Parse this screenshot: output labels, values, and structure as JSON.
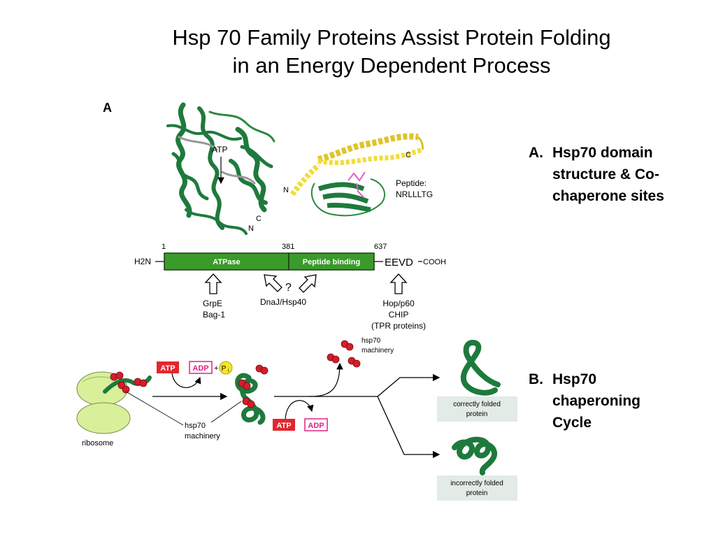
{
  "title": {
    "line1": "Hsp 70 Family Proteins Assist Protein Folding",
    "line2": "in an Energy Dependent Process"
  },
  "notes": [
    {
      "letter": "A.",
      "lines": [
        "Hsp70 domain",
        "structure & Co-",
        "chaperone sites"
      ]
    },
    {
      "letter": "B.",
      "lines": [
        "Hsp70",
        "chaperoning",
        "Cycle"
      ]
    }
  ],
  "panel_a": {
    "letter": "A",
    "structure_labels": {
      "atp": "ATP",
      "n_left": "N",
      "c_left": "C",
      "n_right": "N",
      "c_right": "C"
    },
    "peptide_label": [
      "Peptide:",
      "NRLLLTG"
    ],
    "domain_bar": {
      "n_terminus": "H2N",
      "c_tail": "EEVD",
      "c_terminus": "COOH",
      "positions": [
        "1",
        "381",
        "637"
      ],
      "atpase_label": "ATPase",
      "peptide_binding_label": "Peptide binding"
    },
    "cochaperones": {
      "left": [
        "GrpE",
        "Bag-1"
      ],
      "middle": "DnaJ/Hsp40",
      "middle_mark": "?",
      "right": [
        "Hop/p60",
        "CHIP",
        "(TPR proteins)"
      ]
    }
  },
  "panel_b": {
    "ribosome": "ribosome",
    "hsp70_machinery_left": [
      "hsp70",
      "machinery"
    ],
    "hsp70_machinery_top": [
      "hsp70",
      "machinery"
    ],
    "atp": "ATP",
    "adp": "ADP",
    "plus": "+",
    "pi": "P",
    "pi_sub": "i",
    "correct": [
      "correctly folded",
      "protein"
    ],
    "incorrect": [
      "incorrectly folded",
      "protein"
    ]
  },
  "colors": {
    "green_dark": "#1e7a3c",
    "green_bar": "#3a9a2a",
    "helix_yellow": "#f2dc3a",
    "ribosome": "#d8f09a",
    "red_chaperone": "#d41e2a",
    "atp_box": "#e3262e",
    "adp_border": "#e0208a",
    "pi_yellow": "#f5e62a",
    "outcome_box": "#e2ebe6"
  }
}
